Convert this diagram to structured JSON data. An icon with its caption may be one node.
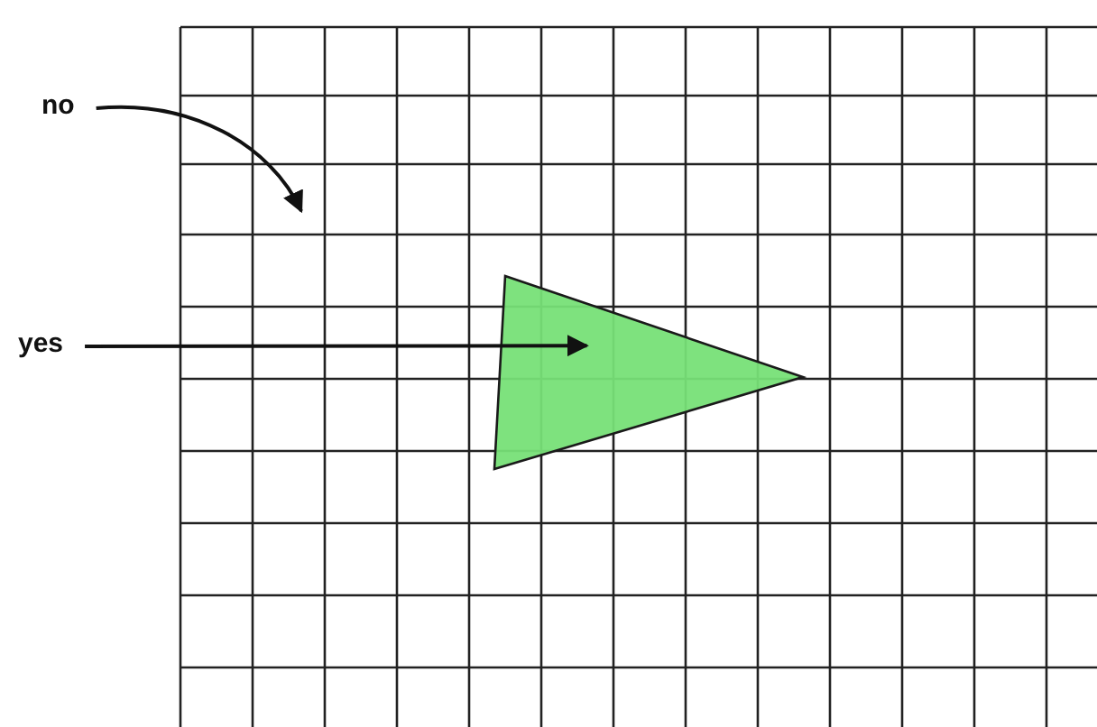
{
  "diagram": {
    "nodes": [
      {
        "text": [
          "no"
        ]
      },
      {
        "text": [
          "yes"
        ]
      },
      {
        "text": [],
        "shape": "triangle"
      }
    ],
    "edges": [
      {
        "from": 0,
        "to": null,
        "arrow": "to"
      },
      {
        "from": 1,
        "to": 2,
        "arrow": "to"
      }
    ]
  }
}
